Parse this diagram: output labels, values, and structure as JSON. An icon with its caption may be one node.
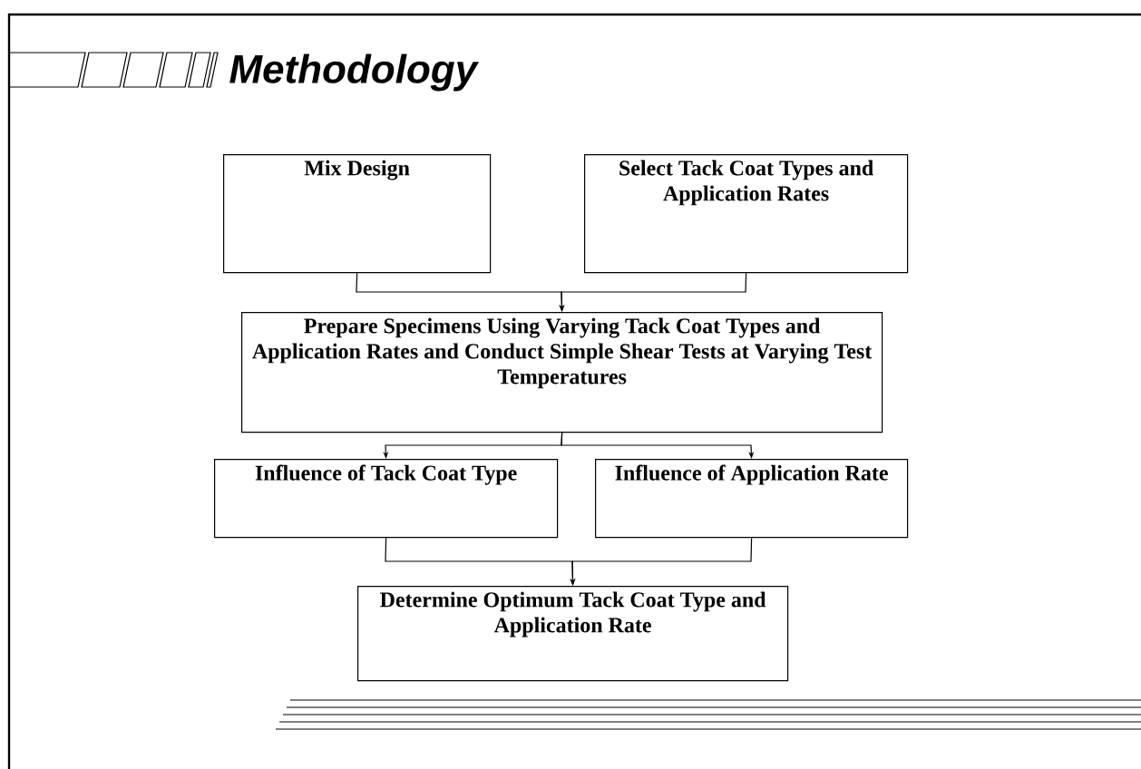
{
  "diagram": {
    "title": "Methodology",
    "nodes": [
      {
        "text": [
          "Mix Design"
        ]
      },
      {
        "text": [
          "Select Tack Coat Types and Application Rates"
        ]
      },
      {
        "text": [
          "Prepare Specimens Using Varying Tack Coat Types and Application Rates and Conduct Simple Shear Tests at Varying Test Temperatures"
        ]
      },
      {
        "text": [
          "Influence of Tack Coat Type"
        ]
      },
      {
        "text": [
          "Influence of Application Rate"
        ]
      },
      {
        "text": [
          "Determine Optimum Tack Coat Type and Application Rate"
        ]
      }
    ],
    "edges": [
      {
        "from": 0,
        "to": 2,
        "arrow": "to"
      },
      {
        "from": 1,
        "to": 2,
        "arrow": "to"
      },
      {
        "from": 2,
        "to": 3,
        "arrow": "to"
      },
      {
        "from": 2,
        "to": 4,
        "arrow": "to"
      },
      {
        "from": 3,
        "to": 5,
        "arrow": "to"
      },
      {
        "from": 4,
        "to": 5,
        "arrow": "to"
      }
    ]
  }
}
